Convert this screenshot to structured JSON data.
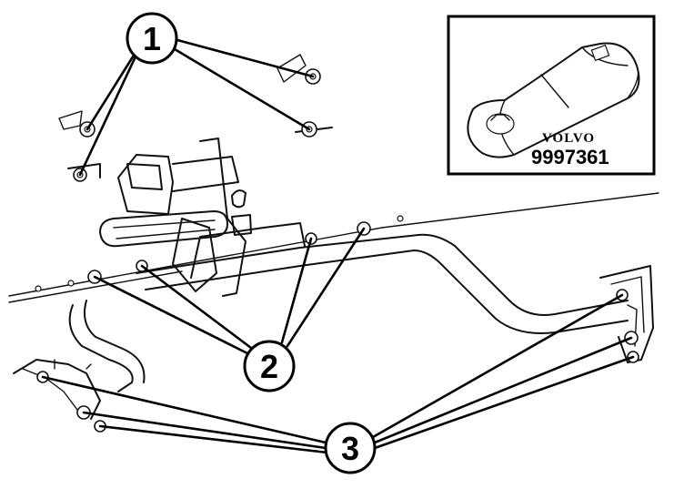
{
  "callouts": [
    {
      "id": "1",
      "label": "1"
    },
    {
      "id": "2",
      "label": "2"
    },
    {
      "id": "3",
      "label": "3"
    }
  ],
  "tool_inset": {
    "brand": "VOLVO",
    "part_number": "9997361"
  },
  "colors": {
    "line": "#111111",
    "background": "#ffffff",
    "shading": "#e8e8e8"
  }
}
